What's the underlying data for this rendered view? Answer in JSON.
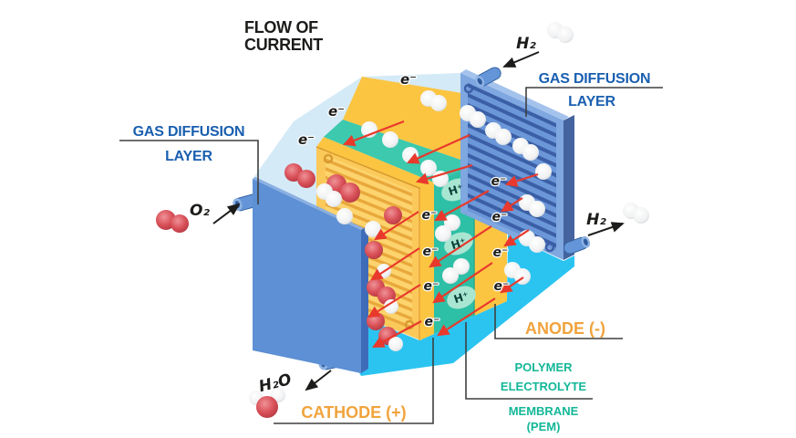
{
  "diagram_title": {
    "line1": "FLOW OF",
    "line2": "CURRENT"
  },
  "labels": {
    "gas_diffusion_layer_left": {
      "line1": "GAS DIFFUSION",
      "line2": "LAYER"
    },
    "gas_diffusion_layer_right": {
      "line1": "GAS DIFFUSION",
      "line2": "LAYER"
    },
    "cathode": "CATHODE (+)",
    "anode": "ANODE (-)",
    "pem": {
      "line1": "POLYMER",
      "line2": "ELECTROLYTE",
      "line3": "MEMBRANE",
      "line4": "(PEM)"
    },
    "oxygen_in": "O₂",
    "hydrogen_in": "H₂",
    "hydrogen_out": "H₂",
    "water_out": "H₂O",
    "electron": "e⁻",
    "proton": "H⁺"
  },
  "colors": {
    "background": "#ffffff",
    "label_blue": "#1a5fb0",
    "label_orange": "#f0a33c",
    "label_teal": "#13b798",
    "text_black": "#1c1c1a",
    "plate_blue": "#5d90d4",
    "plate_blue_dark": "#3e6cb8",
    "gdl_blue": "#6b97d8",
    "gdl_groove": "#3b5fa6",
    "cathode_yellow": "#fdd36d",
    "cathode_channel": "#e9a83b",
    "layer_yellow": "#fbc542",
    "membrane_teal": "#2ec0a6",
    "membrane_bubble": "#a9e6d2",
    "box_light_blue": "#d4eaf7",
    "floor_cyan": "#2bc4f1",
    "arrow_red": "#e8392c",
    "molecule_red": "#ce4b53",
    "molecule_white": "#f4f4f4"
  }
}
